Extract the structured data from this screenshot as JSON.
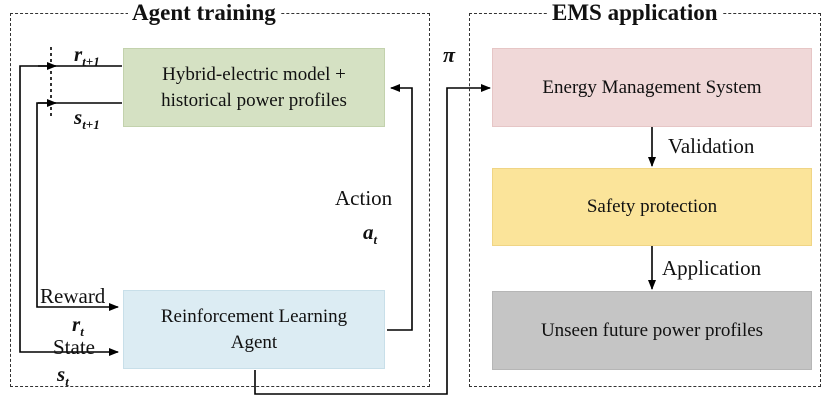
{
  "panels": {
    "agent_training": {
      "title": "Agent training"
    },
    "ems_application": {
      "title": "EMS application"
    }
  },
  "boxes": {
    "hybrid_model": {
      "line1": "Hybrid-electric model +",
      "line2": "historical power profiles",
      "fill": "#d5e1c3",
      "border": "#c3d2ad"
    },
    "rl_agent": {
      "line1": "Reinforcement Learning",
      "line2": "Agent",
      "fill": "#dcecf3",
      "border": "#c8dfe9"
    },
    "ems": {
      "label": "Energy Management System",
      "fill": "#f0d8d8",
      "border": "#e6c6c6"
    },
    "safety": {
      "label": "Safety protection",
      "fill": "#fbe49a",
      "border": "#f0d585"
    },
    "unseen": {
      "label": "Unseen future power profiles",
      "fill": "#c5c5c5",
      "border": "#b6b6b6"
    }
  },
  "labels": {
    "action": "Action",
    "reward": "Reward",
    "state": "State",
    "validation": "Validation",
    "application": "Application"
  },
  "symbols": {
    "r_next": {
      "base": "r",
      "sub": "t+1"
    },
    "s_next": {
      "base": "s",
      "sub": "t+1"
    },
    "a_t": {
      "base": "a",
      "sub": "t"
    },
    "r_t": {
      "base": "r",
      "sub": "t"
    },
    "s_t": {
      "base": "s",
      "sub": "t"
    },
    "policy": {
      "base": "π"
    }
  }
}
